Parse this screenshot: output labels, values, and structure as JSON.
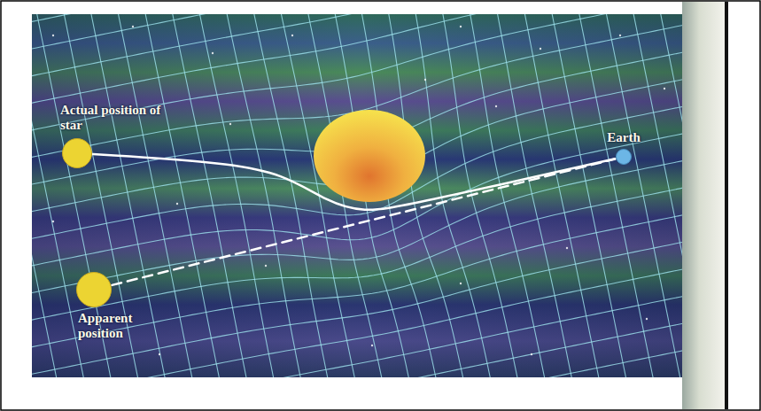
{
  "diagram": {
    "nodes": [
      {
        "text": [
          "Actual position of star"
        ]
      },
      {
        "text": [
          "Earth"
        ]
      },
      {
        "text": [
          "Apparent position"
        ]
      }
    ],
    "edges": [
      {
        "from": 0,
        "to": 1,
        "arrow": "none"
      },
      {
        "from": 2,
        "to": 1,
        "arrow": "none"
      }
    ]
  }
}
